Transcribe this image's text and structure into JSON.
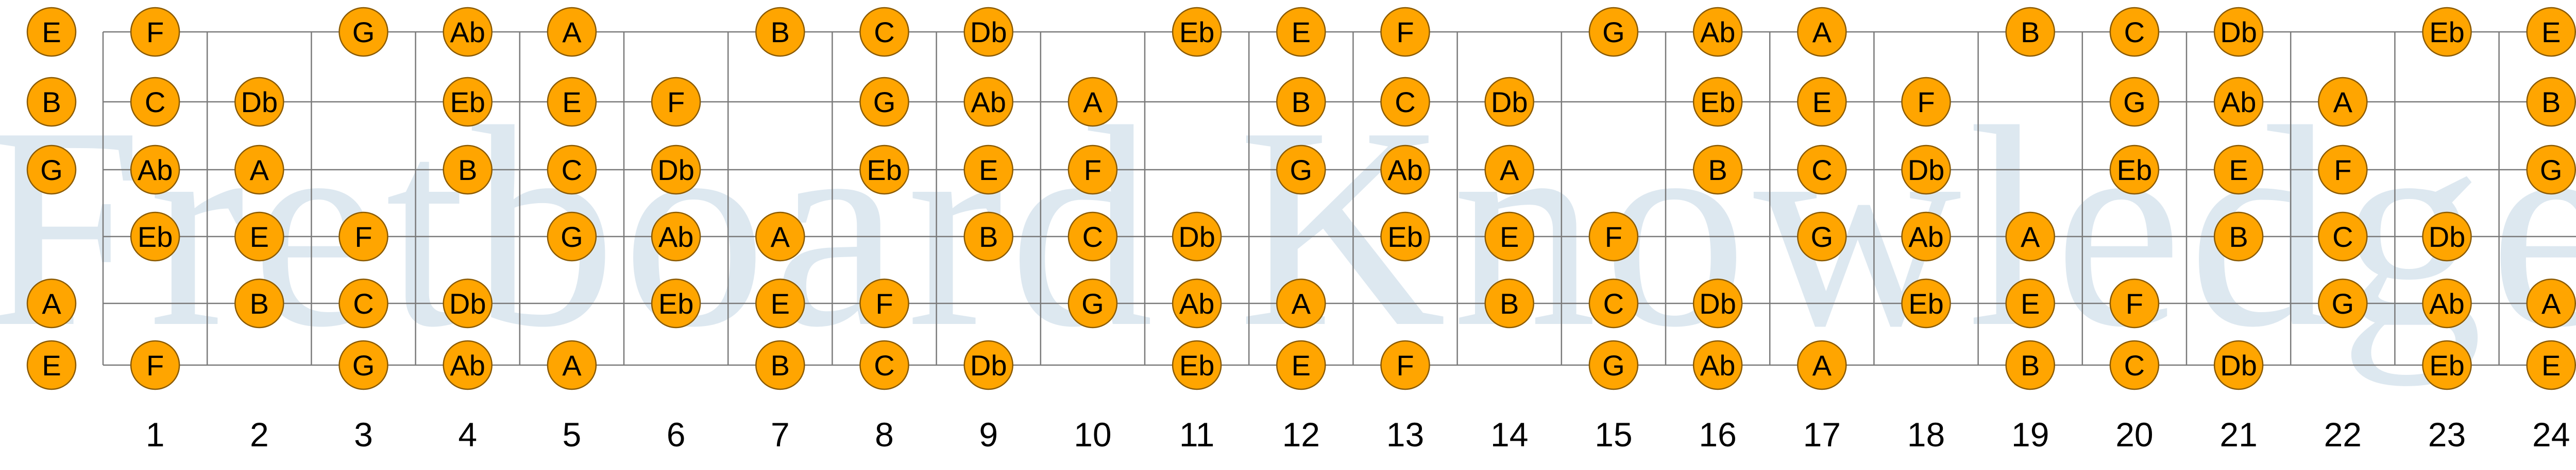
{
  "watermark": "Fretboard Knowledge",
  "colors": {
    "note_fill": "#FFA500",
    "note_stroke": "#8A5A00",
    "line": "#7A7A7A",
    "watermark": "#DDE8F0",
    "text": "#000000"
  },
  "open_strings": [
    "E",
    "B",
    "G",
    "",
    "A",
    "E"
  ],
  "frets": [
    {
      "number": "1",
      "notes": [
        "F",
        "C",
        "Ab",
        "Eb",
        "",
        "F"
      ]
    },
    {
      "number": "2",
      "notes": [
        "",
        "Db",
        "A",
        "E",
        "B",
        ""
      ]
    },
    {
      "number": "3",
      "notes": [
        "G",
        "",
        "",
        "F",
        "C",
        "G"
      ]
    },
    {
      "number": "4",
      "notes": [
        "Ab",
        "Eb",
        "B",
        "",
        "Db",
        "Ab"
      ]
    },
    {
      "number": "5",
      "notes": [
        "A",
        "E",
        "C",
        "G",
        "",
        "A"
      ]
    },
    {
      "number": "6",
      "notes": [
        "",
        "F",
        "Db",
        "Ab",
        "Eb",
        ""
      ]
    },
    {
      "number": "7",
      "notes": [
        "B",
        "",
        "",
        "A",
        "E",
        "B"
      ]
    },
    {
      "number": "8",
      "notes": [
        "C",
        "G",
        "Eb",
        "",
        "F",
        "C"
      ]
    },
    {
      "number": "9",
      "notes": [
        "Db",
        "Ab",
        "E",
        "B",
        "",
        "Db"
      ]
    },
    {
      "number": "10",
      "notes": [
        "",
        "A",
        "F",
        "C",
        "G",
        ""
      ]
    },
    {
      "number": "11",
      "notes": [
        "Eb",
        "",
        "",
        "Db",
        "Ab",
        "Eb"
      ]
    },
    {
      "number": "12",
      "notes": [
        "E",
        "B",
        "G",
        "",
        "A",
        "E"
      ]
    },
    {
      "number": "13",
      "notes": [
        "F",
        "C",
        "Ab",
        "Eb",
        "",
        "F"
      ]
    },
    {
      "number": "14",
      "notes": [
        "",
        "Db",
        "A",
        "E",
        "B",
        ""
      ]
    },
    {
      "number": "15",
      "notes": [
        "G",
        "",
        "",
        "F",
        "C",
        "G"
      ]
    },
    {
      "number": "16",
      "notes": [
        "Ab",
        "Eb",
        "B",
        "",
        "Db",
        "Ab"
      ]
    },
    {
      "number": "17",
      "notes": [
        "A",
        "E",
        "C",
        "G",
        "",
        "A"
      ]
    },
    {
      "number": "18",
      "notes": [
        "",
        "F",
        "Db",
        "Ab",
        "Eb",
        ""
      ]
    },
    {
      "number": "19",
      "notes": [
        "B",
        "",
        "",
        "A",
        "E",
        "B"
      ]
    },
    {
      "number": "20",
      "notes": [
        "C",
        "G",
        "Eb",
        "",
        "F",
        "C"
      ]
    },
    {
      "number": "21",
      "notes": [
        "Db",
        "Ab",
        "E",
        "B",
        "",
        "Db"
      ]
    },
    {
      "number": "22",
      "notes": [
        "",
        "A",
        "F",
        "C",
        "G",
        ""
      ]
    },
    {
      "number": "23",
      "notes": [
        "Eb",
        "",
        "",
        "Db",
        "Ab",
        "Eb"
      ]
    },
    {
      "number": "24",
      "notes": [
        "E",
        "B",
        "G",
        "",
        "A",
        "E"
      ]
    }
  ]
}
